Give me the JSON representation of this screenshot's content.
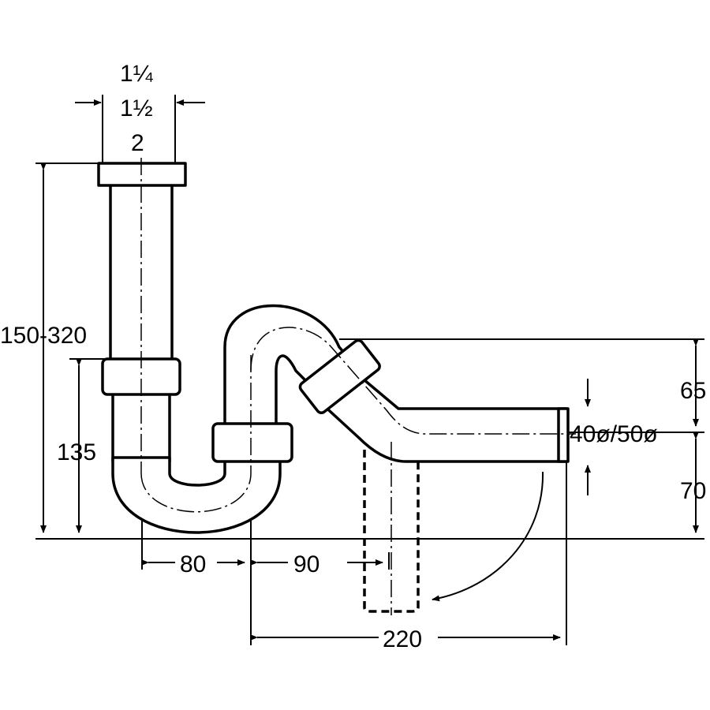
{
  "labels": {
    "thread_1": "1¼",
    "thread_2": "1½",
    "thread_3": "2",
    "height_range": "150-320",
    "height_lower": "135",
    "width_80": "80",
    "width_90": "90",
    "width_220": "220",
    "height_65": "65",
    "height_70": "70",
    "outlet_diameters": "40ø/50ø"
  },
  "colors": {
    "line": "#000000",
    "background": "#ffffff"
  }
}
